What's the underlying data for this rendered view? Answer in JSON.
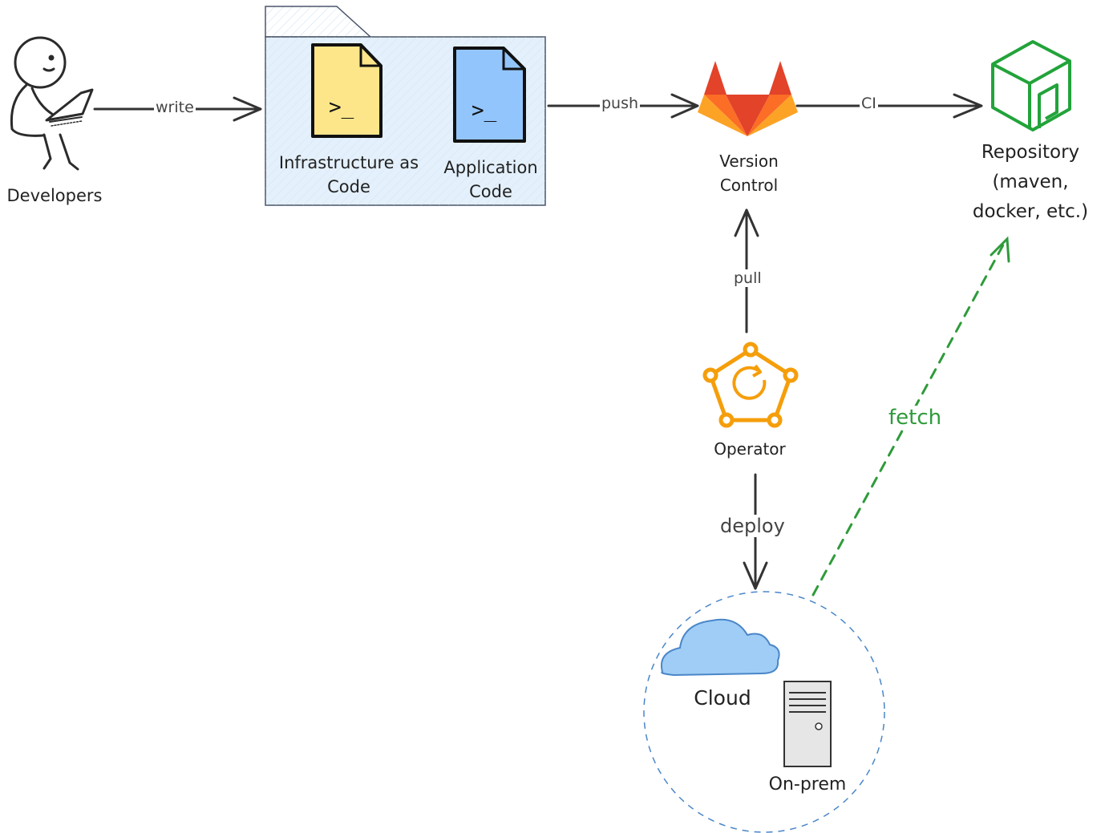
{
  "nodes": {
    "developers": "Developers",
    "iac": "Infrastructure as Code",
    "app_code": "Application Code",
    "version_control": "Version Control",
    "repository": "Repository (maven, docker, etc.)",
    "operator": "Operator",
    "cloud": "Cloud",
    "onprem": "On-prem"
  },
  "edges": {
    "write": "write",
    "push": "push",
    "ci": "CI",
    "pull": "pull",
    "deploy": "deploy",
    "fetch": "fetch"
  },
  "terminal_prompt": ">_",
  "icons": [
    "developer-laptop-icon",
    "folder-icon",
    "terminal-file-icon",
    "gitlab-fox-icon",
    "package-box-icon",
    "operator-pentagon-icon",
    "cloud-icon",
    "server-tower-icon"
  ],
  "colors": {
    "ink": "#2b2b2b",
    "folder_fill": "#e4f0fb",
    "iac_file": "#fde68a",
    "app_file": "#93c5fd",
    "gitlab_orange": "#f97316",
    "gitlab_red": "#e24329",
    "repo_green": "#22a33a",
    "operator_orange": "#f59e0b",
    "cloud_blue": "#9fcdf5",
    "fetch_green": "#2e9b3a",
    "circle_blue": "#4a86c8"
  }
}
